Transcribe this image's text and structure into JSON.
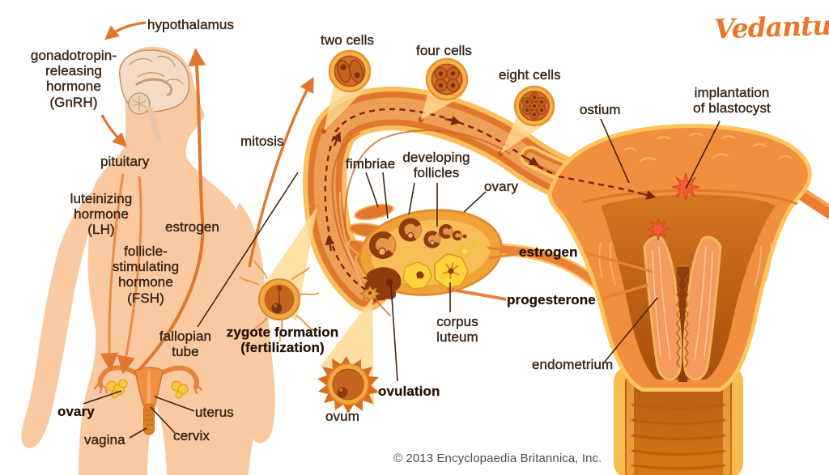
{
  "brand": {
    "logo": "Vedantu"
  },
  "copyright": "© 2013 Encyclopaedia Britannica, Inc.",
  "labels": {
    "hypothalamus": "hypothalamus",
    "gnrh": "gonadotropin-\nreleasing\nhormone\n(GnRH)",
    "pituitary": "pituitary",
    "lh": "luteinizing\nhormone\n(LH)",
    "fsh": "follicle-\nstimulating\nhormone\n(FSH)",
    "estrogen_feedback": "estrogen",
    "fallopian_tube": "fallopian\ntube",
    "ovary_body": "ovary",
    "vagina": "vagina",
    "uterus": "uterus",
    "cervix": "cervix",
    "mitosis": "mitosis",
    "two_cells": "two cells",
    "four_cells": "four cells",
    "eight_cells": "eight cells",
    "fimbriae": "fimbriae",
    "developing_follicles": "developing\nfollicles",
    "ovary": "ovary",
    "zygote_formation": "zygote formation\n(fertilization)",
    "ovulation": "ovulation",
    "ovum": "ovum",
    "corpus_luteum": "corpus\nluteum",
    "estrogen": "estrogen",
    "progesterone": "progesterone",
    "endometrium": "endometrium",
    "ostium": "ostium",
    "implantation": "implantation\nof blastocyst"
  },
  "colors": {
    "accent_orange": "#e8772b",
    "body_skin": "#f9c9a2",
    "tube_outline": "#ffc45c",
    "tube_body": "#e0772d",
    "ovary_fill": "#f0a138",
    "corpus_luteum_yellow": "#ffd33c",
    "implantation_star": "#f25c36",
    "text_dark": "#3a2414"
  }
}
